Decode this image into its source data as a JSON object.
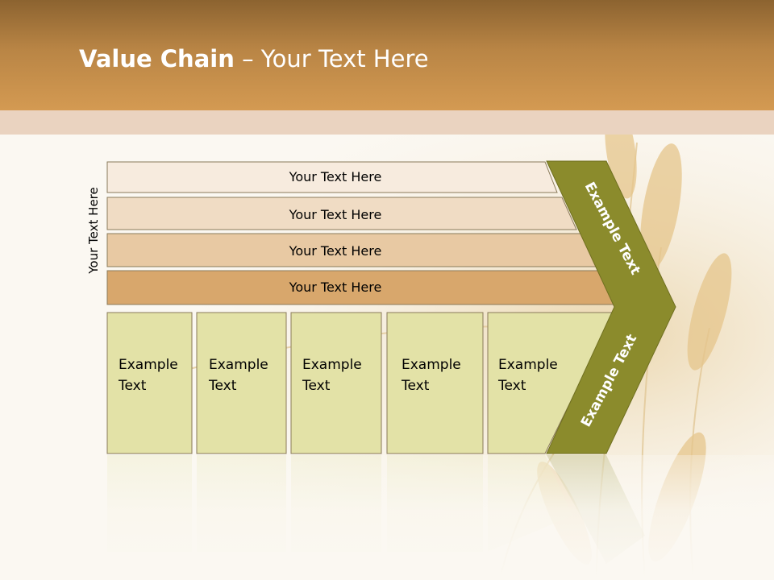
{
  "title": {
    "bold": "Value Chain",
    "rest": " – Your Text Here"
  },
  "side_label": "Your Text Here",
  "rows": [
    {
      "label": "Your Text Here",
      "color": "#f7ebde"
    },
    {
      "label": "Your Text Here",
      "color": "#f0dcc4"
    },
    {
      "label": "Your Text Here",
      "color": "#e8c9a3"
    },
    {
      "label": "Your Text Here",
      "color": "#d8a76c"
    }
  ],
  "boxes": [
    {
      "line1": "Example",
      "line2": "Text"
    },
    {
      "line1": "Example",
      "line2": "Text"
    },
    {
      "line1": "Example",
      "line2": "Text"
    },
    {
      "line1": "Example",
      "line2": "Text"
    },
    {
      "line1": "Example",
      "line2": "Text"
    }
  ],
  "arrow": {
    "upper_label": "Example Text",
    "lower_label": "Example Text"
  },
  "colors": {
    "header": "#c38a47",
    "box_fill": "#e3e2a7",
    "arrow_fill": "#8b8b2c",
    "border": "#8a7a5a"
  }
}
